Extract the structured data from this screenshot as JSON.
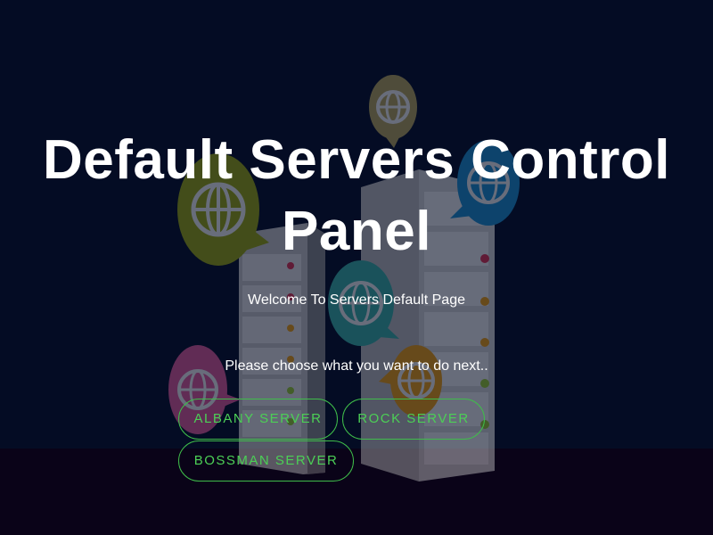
{
  "page": {
    "title": "Default Servers Control Panel",
    "welcome": "Welcome To Servers Default Page",
    "prompt": "Please choose what you want to do next.."
  },
  "buttons": [
    {
      "label": "ALBANY SERVER"
    },
    {
      "label": "ROCK SERVER"
    },
    {
      "label": "BOSSMAN SERVER"
    }
  ],
  "colors": {
    "background": "#040c24",
    "floor": "#0a0318",
    "accent": "#4ccf56",
    "text": "#ffffff",
    "globe_olive": "#9aa80e",
    "globe_blue": "#1b8fd0",
    "globe_teal": "#3ab3a8",
    "globe_orange": "#f0a010",
    "globe_pink": "#e25a9a",
    "globe_khaki": "#b8a65a"
  },
  "background_icons": [
    "server-rack-icon",
    "globe-speech-bubble-icon"
  ]
}
